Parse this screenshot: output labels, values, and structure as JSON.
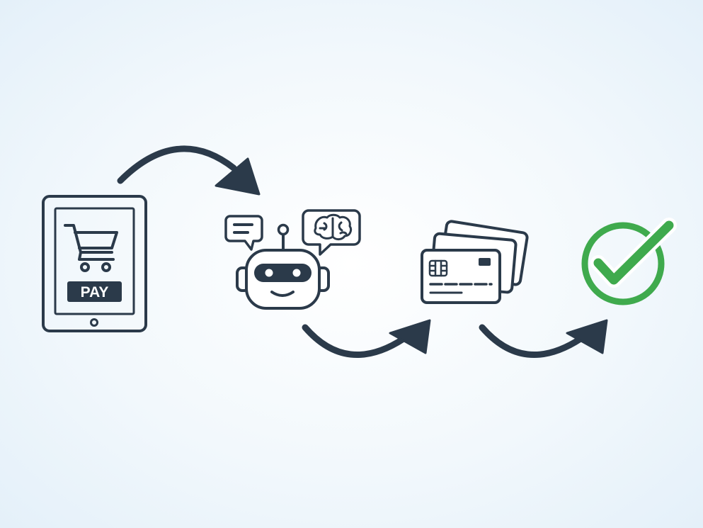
{
  "colors": {
    "ink": "#2b3a4a",
    "check": "#3faa4d",
    "background": "#eef5fb"
  },
  "steps": [
    {
      "id": "tablet-checkout",
      "icon": "tablet-cart-icon",
      "button_label": "PAY"
    },
    {
      "id": "ai-agent",
      "icon": "robot-icon"
    },
    {
      "id": "payment-cards",
      "icon": "credit-cards-icon"
    },
    {
      "id": "confirmation",
      "icon": "check-circle-icon"
    }
  ]
}
